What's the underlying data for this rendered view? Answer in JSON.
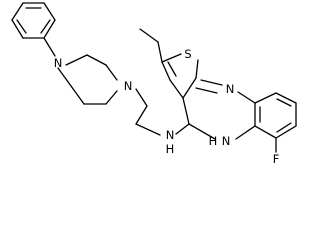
{
  "molecule": {
    "atoms": {
      "s1": "S",
      "n4": "N",
      "n_ring_top": "N",
      "n_pip_right": "N",
      "n_amine": "N",
      "h_amine": "H",
      "n_ring_bottom": "N",
      "h_ring_bottom": "H",
      "f": "F"
    },
    "colors": {
      "bond": "#000000",
      "label": "#000000",
      "background": "#ffffff"
    }
  }
}
